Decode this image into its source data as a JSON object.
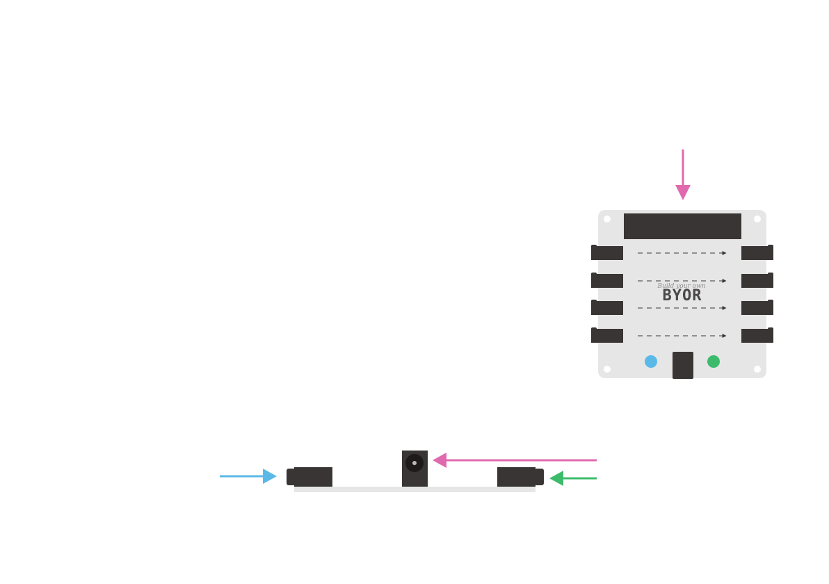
{
  "logo": {
    "text": "BYOR",
    "script": "Build your own",
    "color": "#4a4848"
  },
  "colors": {
    "board": "#e6e6e6",
    "connector": "#3a3535",
    "arrow_pink": "#e06aae",
    "arrow_blue": "#5bb9e8",
    "arrow_green": "#3dbb6c",
    "hole": "#ffffff"
  },
  "board": {
    "connector_rows": 4,
    "left_connectors": 4,
    "right_connectors": 4,
    "leds": [
      "blue",
      "green"
    ]
  },
  "icons": {
    "top_arrow": "arrow-down-icon",
    "dc_arrow": "arrow-left-icon",
    "in_arrow": "arrow-right-icon",
    "out_arrow": "arrow-left-icon"
  }
}
